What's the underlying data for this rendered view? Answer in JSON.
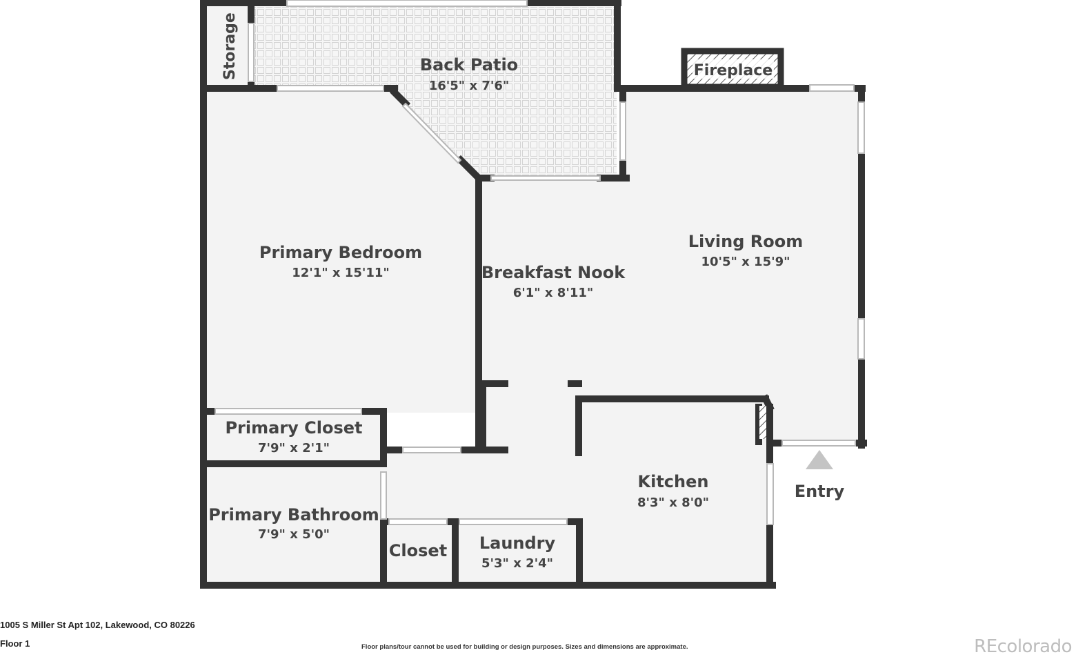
{
  "rooms": {
    "storage": {
      "name": "Storage"
    },
    "back_patio": {
      "name": "Back Patio",
      "dims": "16'5\" x 7'6\""
    },
    "fireplace": {
      "name": "Fireplace"
    },
    "living_room": {
      "name": "Living Room",
      "dims": "10'5\" x 15'9\""
    },
    "primary_bedroom": {
      "name": "Primary Bedroom",
      "dims": "12'1\" x 15'11\""
    },
    "breakfast_nook": {
      "name": "Breakfast Nook",
      "dims": "6'1\" x 8'11\""
    },
    "primary_closet": {
      "name": "Primary Closet",
      "dims": "7'9\" x 2'1\""
    },
    "primary_bathroom": {
      "name": "Primary Bathroom",
      "dims": "7'9\" x 5'0\""
    },
    "closet": {
      "name": "Closet"
    },
    "laundry": {
      "name": "Laundry",
      "dims": "5'3\" x 2'4\""
    },
    "kitchen": {
      "name": "Kitchen",
      "dims": "8'3\" x 8'0\""
    },
    "entry": {
      "name": "Entry"
    }
  },
  "footer": {
    "address": "1005 S Miller St Apt 102, Lakewood, CO 80226",
    "floor": "Floor 1",
    "disclaimer": "Floor plans/tour cannot be used for building or design purposes. Sizes and dimensions are approximate.",
    "brand": "REcolorado"
  },
  "colors": {
    "wall": "#333333",
    "floor": "#f3f3f3",
    "text": "#444444",
    "entry_arrow": "#c4c4c4"
  }
}
